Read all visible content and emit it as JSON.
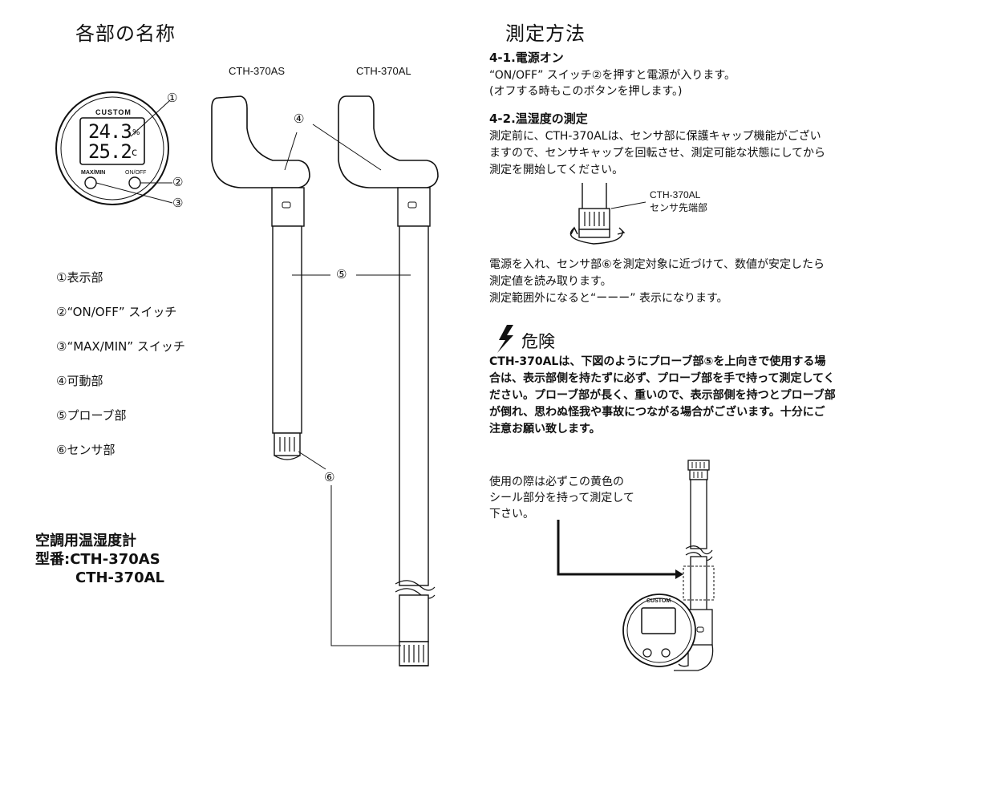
{
  "left": {
    "title": "各部の名称",
    "models": [
      "CTH-370AS",
      "CTH-370AL"
    ],
    "device": {
      "brand": "CUSTOM",
      "reading1": "24.3",
      "unit1": "%",
      "reading2": "25.2",
      "unit2": "c",
      "btn_left": "MAX/MIN",
      "btn_right": "ON/OFF"
    },
    "callouts": [
      "①",
      "②",
      "③",
      "④",
      "⑤",
      "⑥"
    ],
    "parts": [
      "①表示部",
      "②“ON/OFF” スイッチ",
      "③“MAX/MIN” スイッチ",
      "④可動部",
      "⑤プローブ部",
      "⑥センサ部"
    ],
    "product_name": "空調用温湿度計",
    "model_label": "型番:CTH-370AS",
    "model_label2": "CTH-370AL"
  },
  "right": {
    "title": "測定方法",
    "step1": {
      "heading": "4-1.電源オン",
      "lines": [
        "“ON/OFF” スイッチ②を押すと電源が入ります。",
        "(オフする時もこのボタンを押します。)"
      ]
    },
    "step2": {
      "heading": "4-2.温湿度の測定",
      "lines": [
        "測定前に、CTH-370ALは、センサ部に保護キャップ機能がござい",
        "ますので、センサキャップを回転させ、測定可能な状態にしてから",
        "測定を開始してください。"
      ],
      "fig_label1": "CTH-370AL",
      "fig_label2": "センサ先端部",
      "lines2": [
        "電源を入れ、センサ部⑥を測定対象に近づけて、数値が安定したら",
        "測定値を読み取ります。",
        "測定範囲外になると“ーーー” 表示になります。"
      ]
    },
    "danger": {
      "heading": "危険",
      "lines": [
        "CTH-370ALは、下図のようにプローブ部⑤を上向きで使用する場",
        "合は、表示部側を持たずに必ず、プローブ部を手で持って測定してく",
        "ださい。プローブ部が長く、重いので、表示部側を持つとプローブ部",
        "が倒れ、思わぬ怪我や事故につながる場合がございます。十分にご",
        "注意お願い致します。"
      ],
      "note": [
        "使用の際は必ずこの黄色の",
        "シール部分を持って測定して",
        "下さい。"
      ],
      "fig_brand": "CUSTOM"
    }
  }
}
